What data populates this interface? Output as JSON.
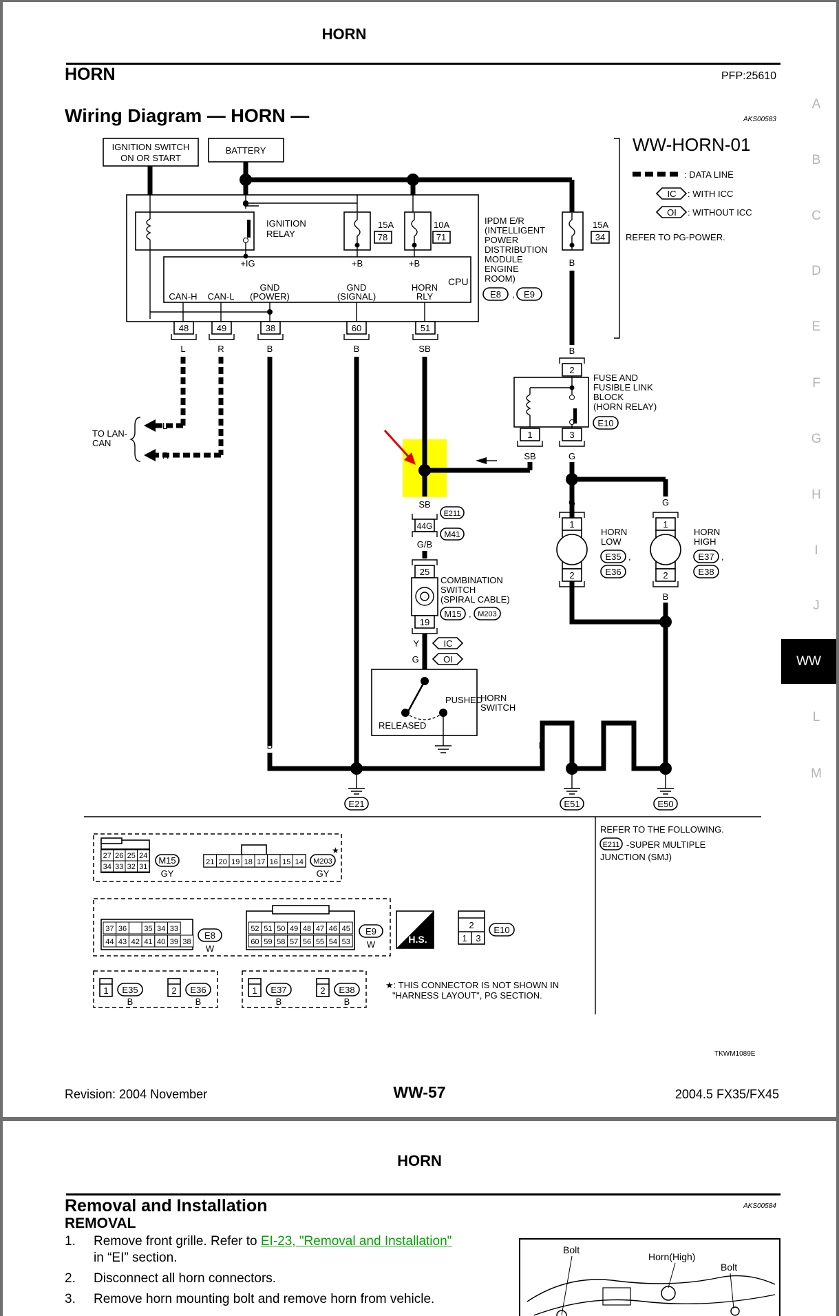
{
  "page1": {
    "section_header": "HORN",
    "title": "HORN",
    "pfp": "PFP:25610",
    "subtitle": "Wiring Diagram — HORN —",
    "ref_code": "AKS00583",
    "diagram_id": "WW-HORN-01",
    "legend": {
      "data_line": ": DATA LINE",
      "ic_badge": "IC",
      "ic_text": ": WITH ICC",
      "oi_badge": "OI",
      "oi_text": ": WITHOUT ICC"
    },
    "refer_pg": "REFER TO PG-POWER.",
    "tabs": [
      "A",
      "B",
      "C",
      "D",
      "E",
      "F",
      "G",
      "H",
      "I",
      "J",
      "WW",
      "L",
      "M"
    ],
    "active_tab": "WW",
    "footer": {
      "revision": "Revision: 2004 November",
      "page": "WW-57",
      "model": "2004.5 FX35/FX45"
    },
    "image_code": "TKWM1089E"
  },
  "diagram": {
    "ign_switch": [
      "IGNITION SWITCH",
      "ON OR START"
    ],
    "battery": "BATTERY",
    "ignition_relay": [
      "IGNITION",
      "RELAY"
    ],
    "fuse_78": [
      "15A",
      "78"
    ],
    "fuse_71": [
      "10A",
      "71"
    ],
    "fuse_34": [
      "15A",
      "34"
    ],
    "ipdm": [
      "IPDM E/R",
      "(INTELLIGENT",
      "POWER",
      "DISTRIBUTION",
      "MODULE",
      "ENGINE",
      "ROOM)"
    ],
    "ipdm_conn": [
      "E8",
      "E9"
    ],
    "cpu": "CPU",
    "ig_label": "+IG",
    "b_label": "+B",
    "terms": [
      "CAN-H",
      "CAN-L",
      "GND",
      "(POWER)",
      "GND",
      "(SIGNAL)",
      "HORN",
      "RLY"
    ],
    "pins_top": [
      "48",
      "49",
      "38",
      "60",
      "51"
    ],
    "wire_L": "L",
    "wire_R": "R",
    "wire_B": "B",
    "wire_SB": "SB",
    "wire_G": "G",
    "wire_GB": "G/B",
    "to_lan": [
      "TO LAN-",
      "CAN"
    ],
    "fuse_block": [
      "FUSE AND",
      "FUSIBLE LINK",
      "BLOCK",
      "(HORN RELAY)"
    ],
    "e10": "E10",
    "pins_relay": [
      "2",
      "1",
      "3"
    ],
    "e211": "E211",
    "m41": "M41",
    "pin_44g": "44G",
    "combo": [
      "COMBINATION",
      "SWITCH",
      "(SPIRAL CABLE)"
    ],
    "combo_conn": [
      "M15",
      "M203"
    ],
    "pins_combo": [
      "25",
      "19"
    ],
    "y_wire": "Y :",
    "g_wire": "G :",
    "horn_switch": [
      "HORN",
      "SWITCH"
    ],
    "pushed": "PUSHED",
    "released": "RELEASED",
    "horn_low": [
      "HORN",
      "LOW"
    ],
    "horn_low_conn": [
      "E35",
      "E36"
    ],
    "horn_high": [
      "HORN",
      "HIGH"
    ],
    "horn_high_conn": [
      "E37",
      "E38"
    ],
    "horn_pins": [
      "1",
      "2"
    ],
    "grounds": [
      "E21",
      "E51",
      "E50"
    ],
    "refer_following": "REFER TO THE FOLLOWING.",
    "smj": [
      "-SUPER MULTIPLE",
      "JUNCTION (SMJ)"
    ],
    "connectors": {
      "m15_pins": [
        [
          "27",
          "26",
          "25",
          "24"
        ],
        [
          "34",
          "33",
          "32",
          "31"
        ]
      ],
      "m15": "M15",
      "m15_color": "GY",
      "m203_pins": [
        "21",
        "20",
        "19",
        "18",
        "17",
        "16",
        "15",
        "14"
      ],
      "m203": "M203",
      "m203_color": "GY",
      "asterisk": "★",
      "e8_pins": [
        [
          "37",
          "36",
          "",
          "35",
          "34",
          "33"
        ],
        [
          "44",
          "43",
          "42",
          "41",
          "40",
          "39",
          "38"
        ]
      ],
      "e8": "E8",
      "e8_color": "W",
      "e9_pins": [
        [
          "52",
          "51",
          "50",
          "49",
          "48",
          "47",
          "46",
          "45"
        ],
        [
          "60",
          "59",
          "58",
          "57",
          "56",
          "55",
          "54",
          "53"
        ]
      ],
      "e9": "E9",
      "e9_color": "W",
      "hs": "H.S.",
      "e10_pins": [
        "2",
        "1",
        "3"
      ],
      "e10": "E10",
      "e35_pin": "1",
      "e35": "E35",
      "e36_pin": "2",
      "e36": "E36",
      "e37_pin": "1",
      "e37": "E37",
      "e38_pin": "2",
      "e38": "E38",
      "color_b": "B",
      "note": [
        "★: THIS CONNECTOR IS NOT SHOWN IN",
        "\"HARNESS LAYOUT\", PG SECTION."
      ]
    }
  },
  "page2": {
    "section_header": "HORN",
    "title": "Removal and Installation",
    "ref_code": "AKS00584",
    "subtitle": "REMOVAL",
    "steps": [
      {
        "num": "1.",
        "pre": "Remove front grille. Refer to ",
        "link": "EI-23, \"Removal and Installation\"",
        "post": "in “EI” section."
      },
      {
        "num": "2.",
        "text": "Disconnect all horn connectors."
      },
      {
        "num": "3.",
        "text": "Remove horn  mounting bolt  and remove horn from vehicle."
      }
    ],
    "image_labels": [
      "Bolt",
      "Horn(High)",
      "Bolt"
    ]
  },
  "colors": {
    "highlight": "#ffff00",
    "arrow": "#e00000",
    "link": "#00a400",
    "tab_inactive": "#b5b5b5"
  }
}
